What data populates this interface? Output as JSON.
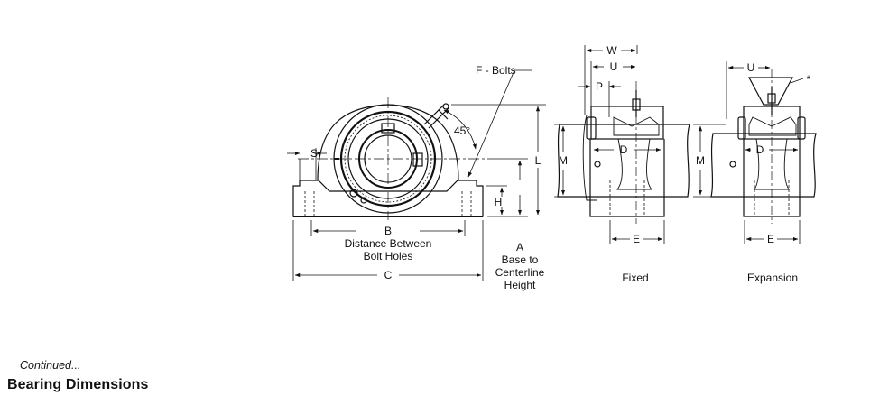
{
  "drawing": {
    "front": {
      "labels": {
        "s": "S",
        "b": "B",
        "b_caption_1": "Distance Between",
        "b_caption_2": "Bolt Holes",
        "c": "C",
        "a": "A",
        "a_caption_1": "Base to",
        "a_caption_2": "Centerline",
        "a_caption_3": "Height",
        "h": "H",
        "l": "L",
        "f_bolts": "F - Bolts",
        "angle": "45°"
      }
    },
    "fixed": {
      "caption": "Fixed",
      "labels": {
        "w": "W",
        "u": "U",
        "p": "P",
        "d": "D",
        "m": "M",
        "e": "E"
      }
    },
    "expansion": {
      "caption": "Expansion",
      "labels": {
        "u": "U",
        "d": "D",
        "m": "M",
        "e": "E",
        "asterisk": "*"
      }
    }
  },
  "footer": {
    "continued": "Continued...",
    "title": "Bearing Dimensions"
  }
}
